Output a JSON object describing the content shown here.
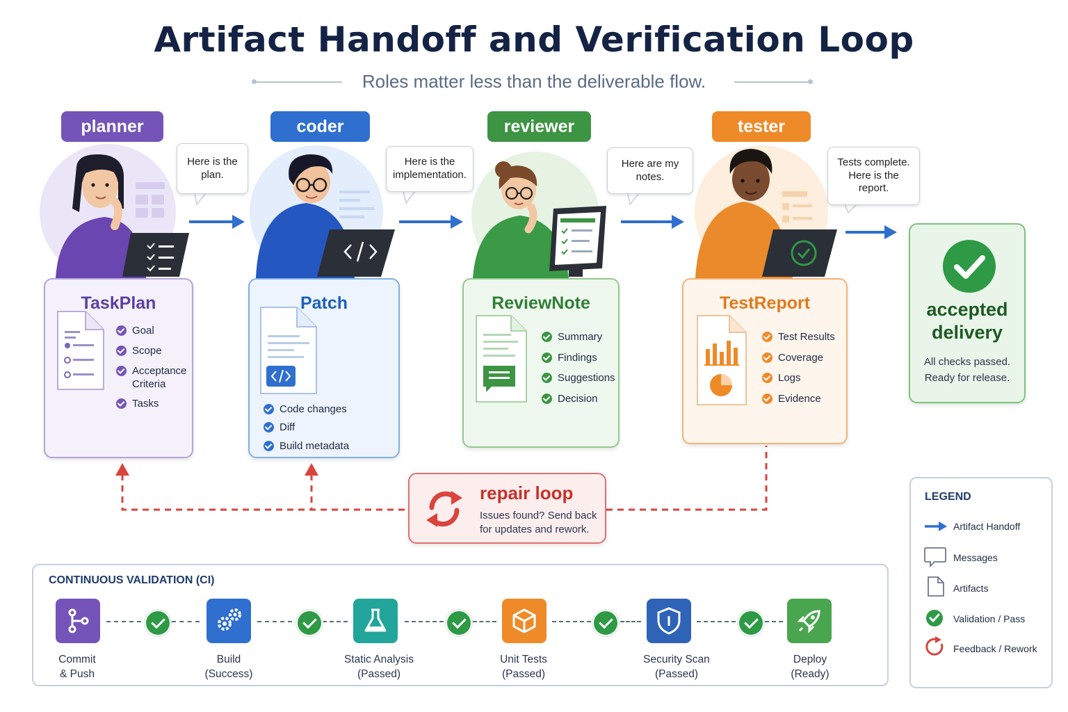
{
  "title": "Artifact Handoff and Verification Loop",
  "subtitle": "Roles matter less than the deliverable flow.",
  "roles": [
    {
      "label": "planner",
      "color": "#7454b8"
    },
    {
      "label": "coder",
      "color": "#2f6fcf"
    },
    {
      "label": "reviewer",
      "color": "#3d9443"
    },
    {
      "label": "tester",
      "color": "#ef8a28"
    }
  ],
  "messages": [
    "Here is the\nplan.",
    "Here is the\nimplementation.",
    "Here are my\nnotes.",
    "Tests complete.\nHere is the\nreport."
  ],
  "artifacts": [
    {
      "title": "TaskPlan",
      "accent": "#7454b8",
      "items": [
        "Goal",
        "Scope",
        "Acceptance\nCriteria",
        "Tasks"
      ]
    },
    {
      "title": "Patch",
      "accent": "#2f6fcf",
      "items": [
        "Code changes",
        "Diff",
        "Build metadata"
      ]
    },
    {
      "title": "ReviewNote",
      "accent": "#3d9443",
      "items": [
        "Summary",
        "Findings",
        "Suggestions",
        "Decision"
      ]
    },
    {
      "title": "TestReport",
      "accent": "#ef8a28",
      "items": [
        "Test Results",
        "Coverage",
        "Logs",
        "Evidence"
      ]
    }
  ],
  "accepted": {
    "title_line1": "accepted",
    "title_line2": "delivery",
    "text_line1": "All checks passed.",
    "text_line2": "Ready for release."
  },
  "repair": {
    "title": "repair loop",
    "text": "Issues found? Send back\nfor updates and rework."
  },
  "ci": {
    "title": "CONTINUOUS VALIDATION (CI)",
    "steps": [
      {
        "label": "Commit\n& Push",
        "icon": "git-branch-icon",
        "color": "#7454b8"
      },
      {
        "label": "Build\n(Success)",
        "icon": "gears-icon",
        "color": "#2f6fcf"
      },
      {
        "label": "Static Analysis\n(Passed)",
        "icon": "flask-icon",
        "color": "#22a59a"
      },
      {
        "label": "Unit Tests\n(Passed)",
        "icon": "cube-icon",
        "color": "#ef8a28"
      },
      {
        "label": "Security Scan\n(Passed)",
        "icon": "shield-icon",
        "color": "#2e63b8"
      },
      {
        "label": "Deploy\n(Ready)",
        "icon": "rocket-icon",
        "color": "#4aa64e"
      }
    ]
  },
  "legend": {
    "title": "LEGEND",
    "items": [
      "Artifact Handoff",
      "Messages",
      "Artifacts",
      "Validation / Pass",
      "Feedback / Rework"
    ]
  },
  "colors": {
    "handoff_arrow": "#2f6fcf",
    "repair_red": "#d9443d",
    "pass_green": "#2e9a45"
  }
}
